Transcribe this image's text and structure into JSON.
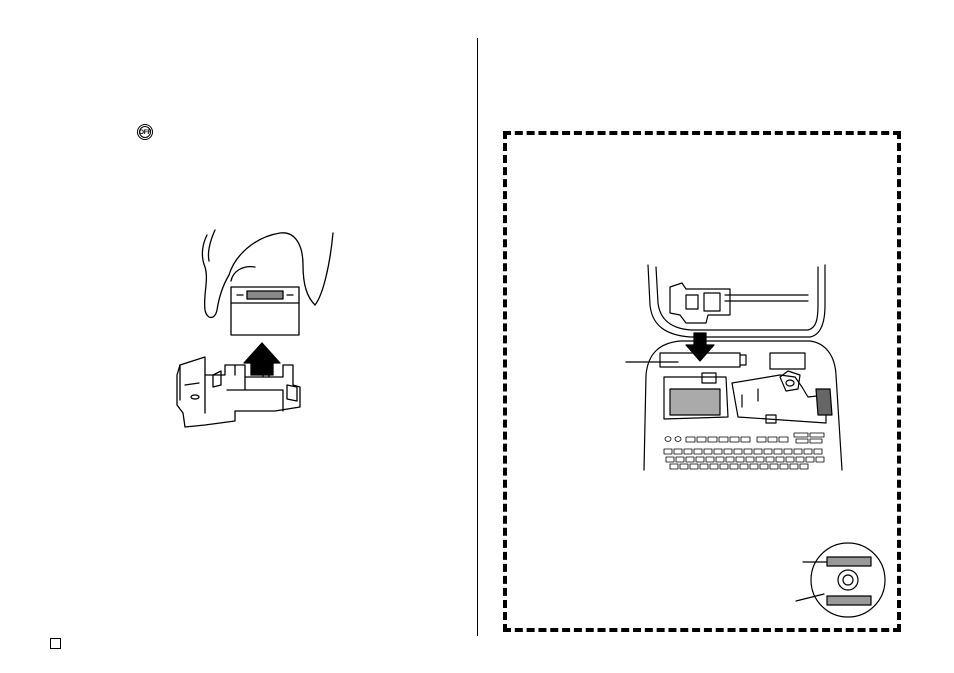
{
  "icons": {
    "off_key": "off-key-icon",
    "off_key_label": "OFF"
  },
  "figures": {
    "left": "ink-ribbon-removal-illustration",
    "right_printer": "label-printer-ribbon-insert-illustration",
    "right_disc": "cd-disc-label-illustration"
  },
  "colors": {
    "ink": "#000000",
    "paper": "#ffffff"
  }
}
